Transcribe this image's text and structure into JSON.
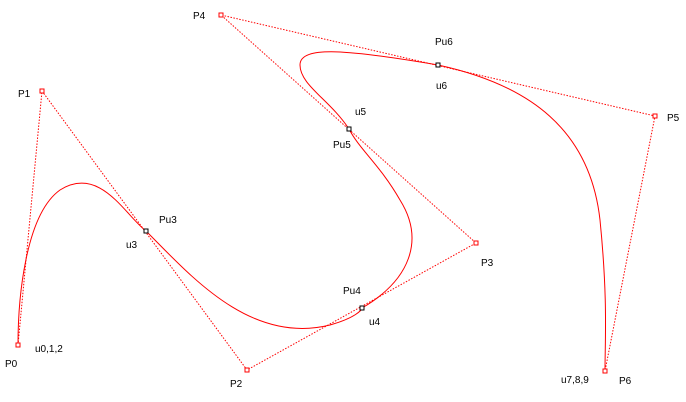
{
  "diagram": {
    "colors": {
      "background": "#ffffff",
      "curve": "#ff0000",
      "control_polygon": "#ff0000",
      "control_point_marker": "#ff0000",
      "curve_point_marker": "#000000",
      "text": "#000000"
    },
    "control_points": [
      {
        "name": "P0",
        "label": "P0"
      },
      {
        "name": "P1",
        "label": "P1"
      },
      {
        "name": "P2",
        "label": "P2"
      },
      {
        "name": "P3",
        "label": "P3"
      },
      {
        "name": "P4",
        "label": "P4"
      },
      {
        "name": "P5",
        "label": "P5"
      },
      {
        "name": "P6",
        "label": "P6"
      }
    ],
    "curve_points": [
      {
        "name": "Pu3",
        "label": "Pu3"
      },
      {
        "name": "Pu4",
        "label": "Pu4"
      },
      {
        "name": "Pu5",
        "label": "Pu5"
      },
      {
        "name": "Pu6",
        "label": "Pu6"
      }
    ],
    "knot_labels": [
      {
        "name": "u012",
        "label": "u0,1,2"
      },
      {
        "name": "u3",
        "label": "u3"
      },
      {
        "name": "u4",
        "label": "u4"
      },
      {
        "name": "u5",
        "label": "u5"
      },
      {
        "name": "u6",
        "label": "u6"
      },
      {
        "name": "u789",
        "label": "u7,8,9"
      }
    ]
  }
}
